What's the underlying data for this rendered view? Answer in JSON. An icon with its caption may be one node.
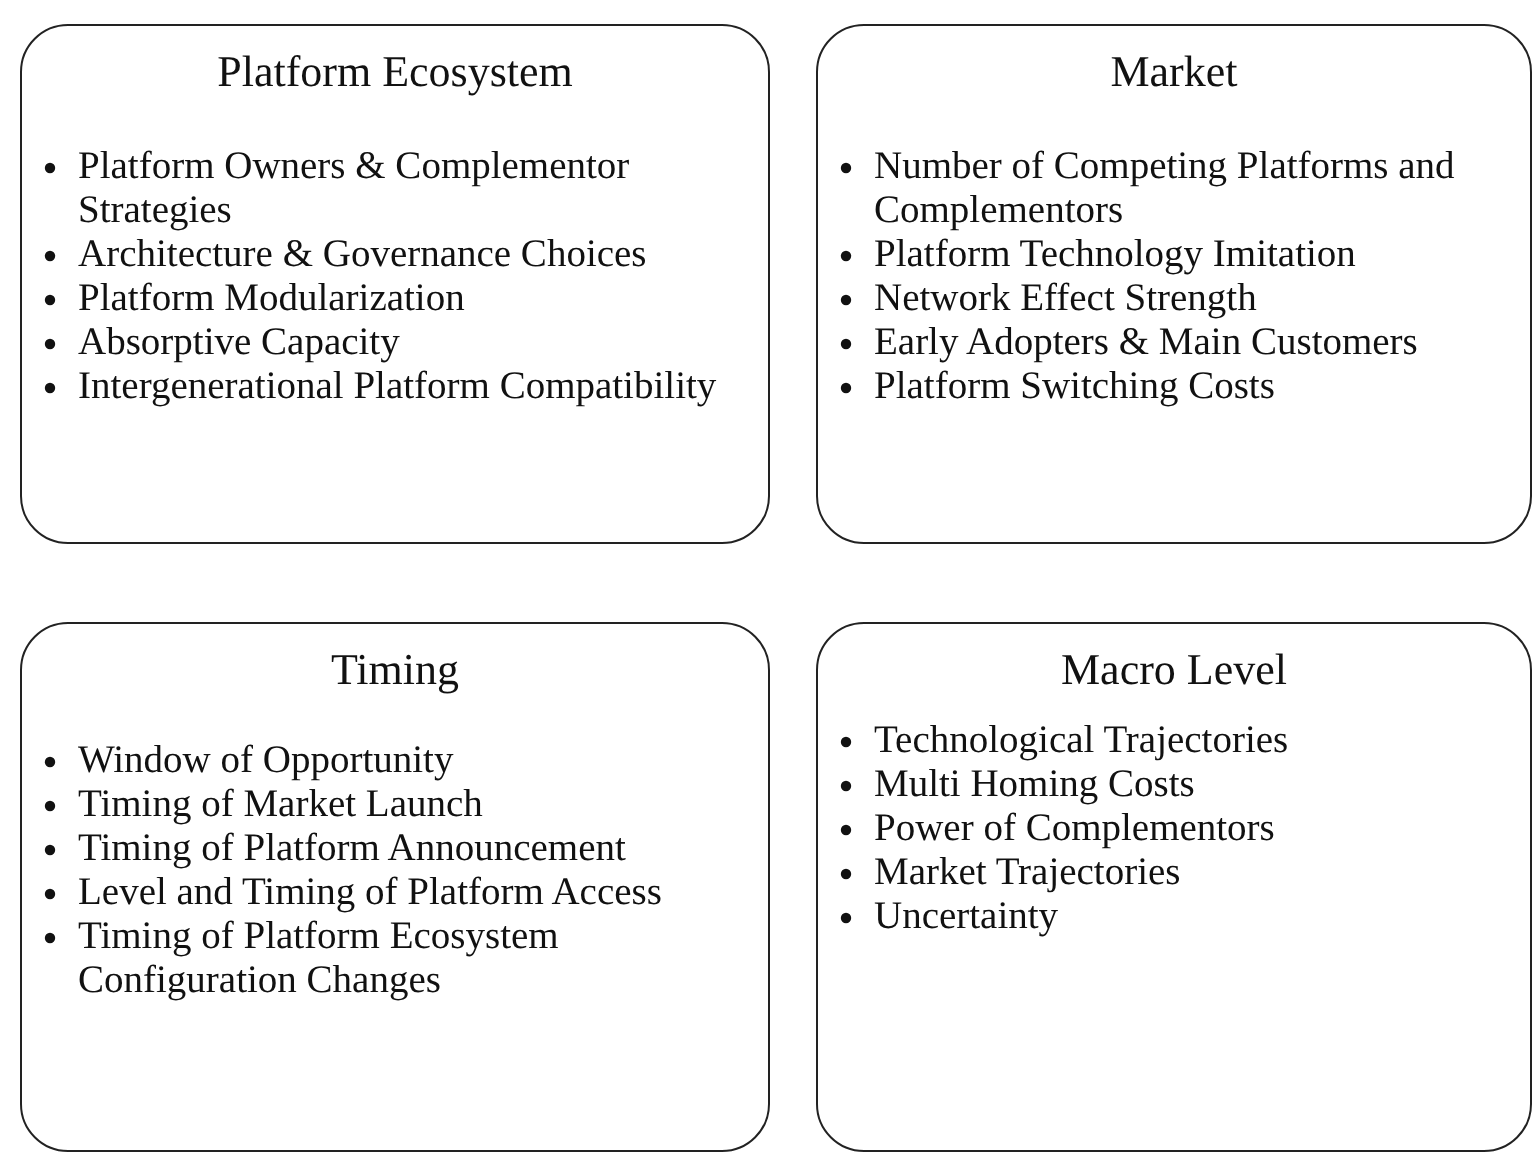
{
  "diagram": {
    "nodes": [
      {
        "text": [
          "Platform Ecosystem",
          "Platform Owners & Complementor Strategies",
          "Architecture & Governance Choices",
          "Platform Modularization",
          "Absorptive Capacity",
          "Intergenerational Platform Compatibility"
        ]
      },
      {
        "text": [
          "Market",
          "Number of Competing Platforms and Complementors",
          "Platform Technology Imitation",
          "Network Effect Strength",
          "Early Adopters  & Main Customers",
          "Platform Switching Costs"
        ]
      },
      {
        "text": [
          "Timing",
          "Window of Opportunity",
          "Timing of Market Launch",
          "Timing of Platform Announcement",
          "Level and Timing of Platform Access",
          "Timing of Platform Ecosystem Configuration Changes"
        ]
      },
      {
        "text": [
          "Macro Level",
          "Technological Trajectories",
          "Multi Homing Costs",
          "Power of Complementors",
          "Market Trajectories",
          "Uncertainty"
        ]
      }
    ]
  }
}
